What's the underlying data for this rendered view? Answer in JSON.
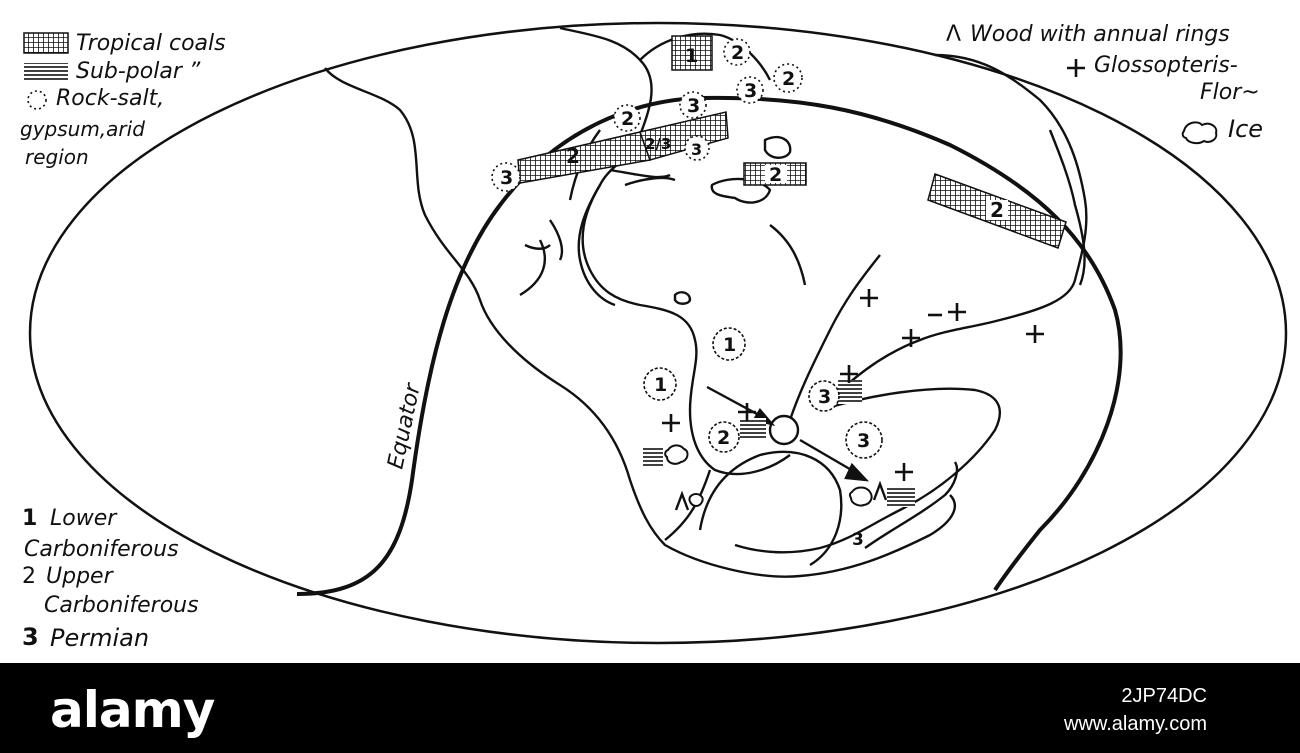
{
  "legend_top_left": {
    "tropical": "Tropical  coals",
    "subpolar": "Sub-polar   ”",
    "rocksalt_line1": "Rock-salt,",
    "rocksalt_line2": "gypsum,arid",
    "rocksalt_line3": "region"
  },
  "legend_top_right": {
    "wood_symbol": "Λ",
    "wood": "Wood with annual rings",
    "glosso_line1": "Glossopteris-",
    "glosso_line2": "Flor~",
    "ice": "Ice"
  },
  "legend_bottom_left": {
    "one_num": "1",
    "one_line1": "Lower",
    "one_line2": "Carboniferous",
    "two_num": "2",
    "two_line1": "Upper",
    "two_line2": "Carboniferous",
    "three_num": "3",
    "three_line1": "Permian"
  },
  "equator_label": "Equator",
  "map_numbers": {
    "n1": "1",
    "n2": "2",
    "n3": "3",
    "n23": "2/3"
  },
  "footer": {
    "brand": "alamy",
    "image_id": "2JP74DC",
    "site": "www.alamy.com"
  },
  "colors": {
    "ink": "#111111",
    "paper": "#ffffff",
    "footer_bg": "#000000",
    "footer_text": "#ffffff"
  }
}
